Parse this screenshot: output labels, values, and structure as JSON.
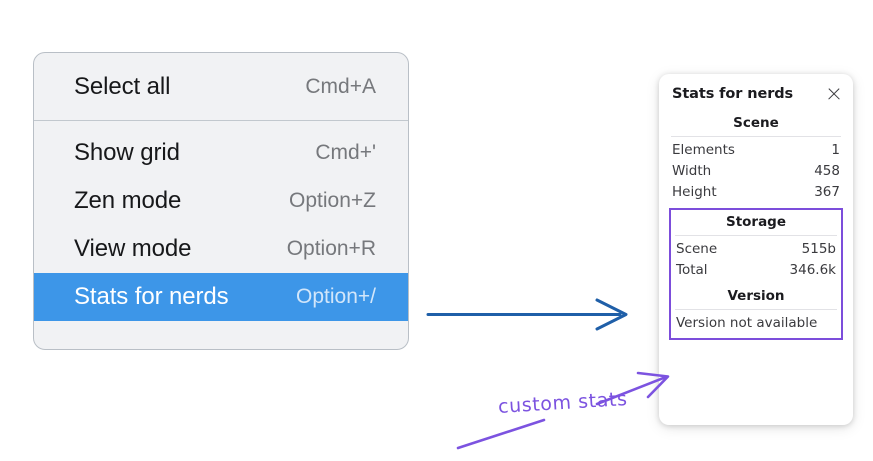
{
  "context_menu": {
    "name": "canvas-context-menu",
    "groups": [
      {
        "items": [
          {
            "label": "Select all",
            "shortcut": "Cmd+A",
            "selected": false
          }
        ]
      },
      {
        "items": [
          {
            "label": "Show grid",
            "shortcut": "Cmd+'",
            "selected": false
          },
          {
            "label": "Zen mode",
            "shortcut": "Option+Z",
            "selected": false
          },
          {
            "label": "View mode",
            "shortcut": "Option+R",
            "selected": false
          },
          {
            "label": "Stats for nerds",
            "shortcut": "Option+/",
            "selected": true
          }
        ]
      }
    ],
    "highlight_color": "#3d96e8"
  },
  "stats_panel": {
    "title": "Stats for nerds",
    "close_icon": "close-icon",
    "sections": [
      {
        "title": "Scene",
        "highlighted": false,
        "rows": [
          {
            "key": "Elements",
            "value": "1"
          },
          {
            "key": "Width",
            "value": "458"
          },
          {
            "key": "Height",
            "value": "367"
          }
        ]
      },
      {
        "title": "Storage",
        "highlighted": true,
        "rows": [
          {
            "key": "Scene",
            "value": "515b"
          },
          {
            "key": "Total",
            "value": "346.6k"
          }
        ]
      },
      {
        "title": "Version",
        "highlighted": true,
        "single_line": "Version not available"
      }
    ],
    "highlight_border_color": "#7c4ddb"
  },
  "annotations": {
    "handwritten_note": "custom stats",
    "blue_arrow_color": "#1f5fa8",
    "purple_color": "#7c53e0"
  }
}
